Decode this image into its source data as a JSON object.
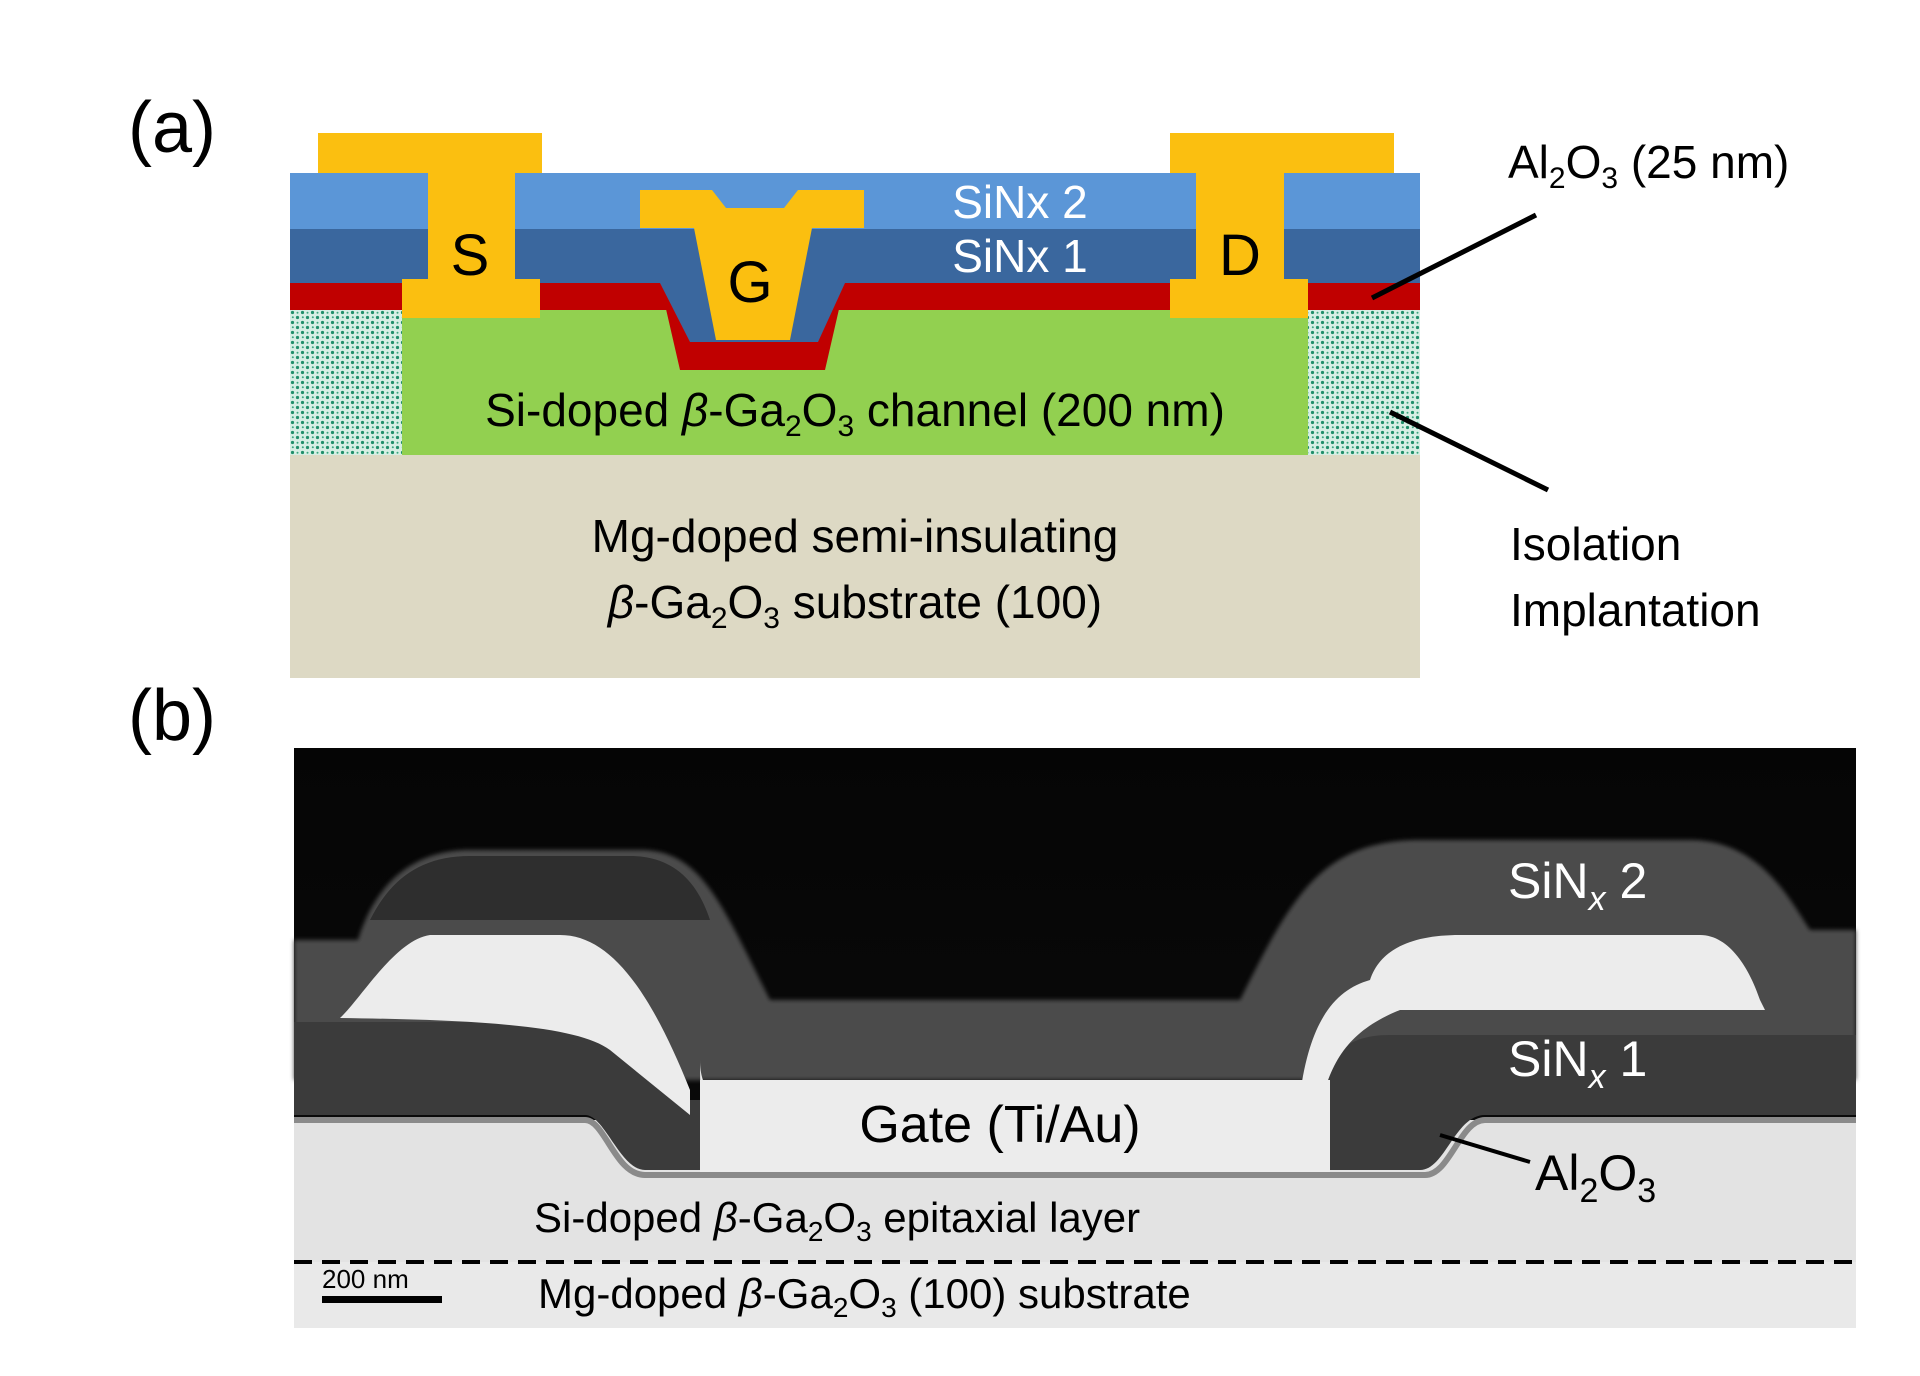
{
  "panel_a": {
    "tag": "(a)",
    "layers": {
      "sinx2": "SiNx 2",
      "sinx1": "SiNx 1",
      "channel": {
        "pre": "Si-doped ",
        "beta": "β",
        "a": "-Ga",
        "s1": "2",
        "b": "O",
        "s2": "3",
        "post": " channel (200 nm)"
      },
      "substrate_line1": "Mg-doped semi-insulating",
      "substrate_line2": {
        "beta": "β",
        "a": "-Ga",
        "s1": "2",
        "b": "O",
        "s2": "3",
        "post": " substrate (100)"
      }
    },
    "contacts": {
      "source": "S",
      "gate": "G",
      "drain": "D"
    },
    "callouts": {
      "al2o3": {
        "a": "Al",
        "s1": "2",
        "b": "O",
        "s2": "3",
        "post": " (25 nm)"
      },
      "isolation_line1": "Isolation",
      "isolation_line2": "Implantation"
    },
    "colors": {
      "metal": "#fbbf10",
      "sinx2": "#5b96d7",
      "sinx1": "#3a679e",
      "al2o3": "#c00000",
      "channel": "#92d050",
      "substrate": "#ddd9c4",
      "implant_dots": "#1f8f6a"
    }
  },
  "panel_b": {
    "tag": "(b)",
    "labels": {
      "sinx2": {
        "a": "SiN",
        "sub": "x",
        "post": " 2"
      },
      "sinx1": {
        "a": "SiN",
        "sub": "x",
        "post": " 1"
      },
      "gate": "Gate (Ti/Au)",
      "al2o3": {
        "a": "Al",
        "s1": "2",
        "b": "O",
        "s2": "3"
      },
      "epi": {
        "pre": "Si-doped ",
        "beta": "β",
        "a": "-Ga",
        "s1": "2",
        "b": "O",
        "s2": "3",
        "post": " epitaxial layer"
      },
      "substrate": {
        "pre": "Mg-doped ",
        "beta": "β",
        "a": "-Ga",
        "s1": "2",
        "b": "O",
        "s2": "3",
        "post": " (100) substrate"
      }
    },
    "scale_bar": "200 nm"
  }
}
